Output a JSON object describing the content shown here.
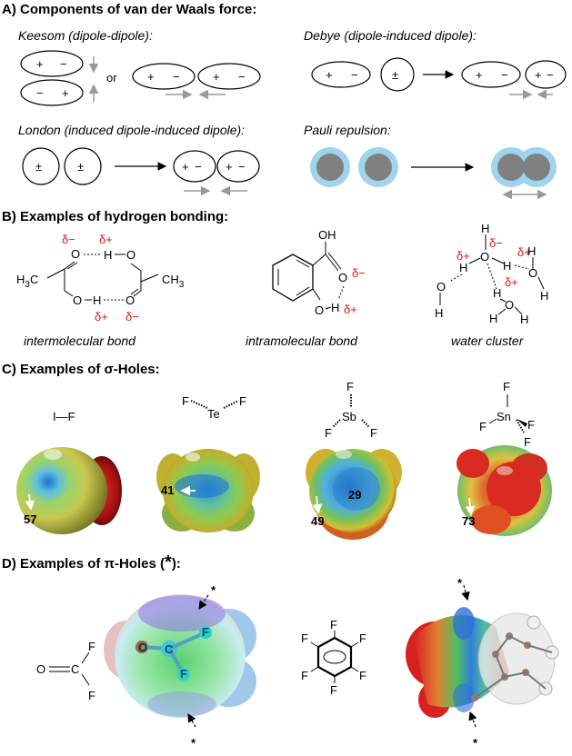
{
  "sections": {
    "a": "A) Components of van der Waals force:",
    "b": "B) Examples of hydrogen bonding:",
    "c_pre": "C) Examples of ",
    "c_sym": "σ",
    "c_post": "-Holes:",
    "d_pre": "D) Examples of ",
    "d_sym": "π",
    "d_post": "-Holes (",
    "d_star": "*",
    "d_end": "):"
  },
  "vdw": {
    "keesom": "Keesom (dipole-dipole):",
    "debye": "Debye (dipole-induced dipole):",
    "london": "London (induced dipole-induced dipole):",
    "pauli": "Pauli repulsion:",
    "or": "or",
    "plus": "+",
    "minus": "−",
    "pm": "±"
  },
  "hbond": {
    "inter": "intermolecular bond",
    "intra": "intramolecular bond",
    "water": "water cluster",
    "dminus": "δ−",
    "dplus": "δ+",
    "O": "O",
    "H": "H",
    "OH": "OH",
    "H3C": "H",
    "C3": "C",
    "CH": "CH",
    "sub3": "3"
  },
  "sigma": {
    "mol1": "I—F",
    "F": "F",
    "Te": "Te",
    "Sb": "Sb",
    "Sn": "Sn",
    "v57": "57",
    "v41": "41",
    "v29": "29",
    "v49": "49",
    "v73": "73"
  },
  "pi": {
    "O": "O",
    "C": "C",
    "F": "F",
    "star": "*"
  },
  "colors": {
    "hole_blue": "#1a6fd0",
    "field_green": "#7bd05a",
    "field_red": "#c01818",
    "field_yellow": "#e8e040",
    "pauli_halo": "#9fd4ef",
    "pauli_core": "#808080",
    "delta_red": "#e01010"
  }
}
